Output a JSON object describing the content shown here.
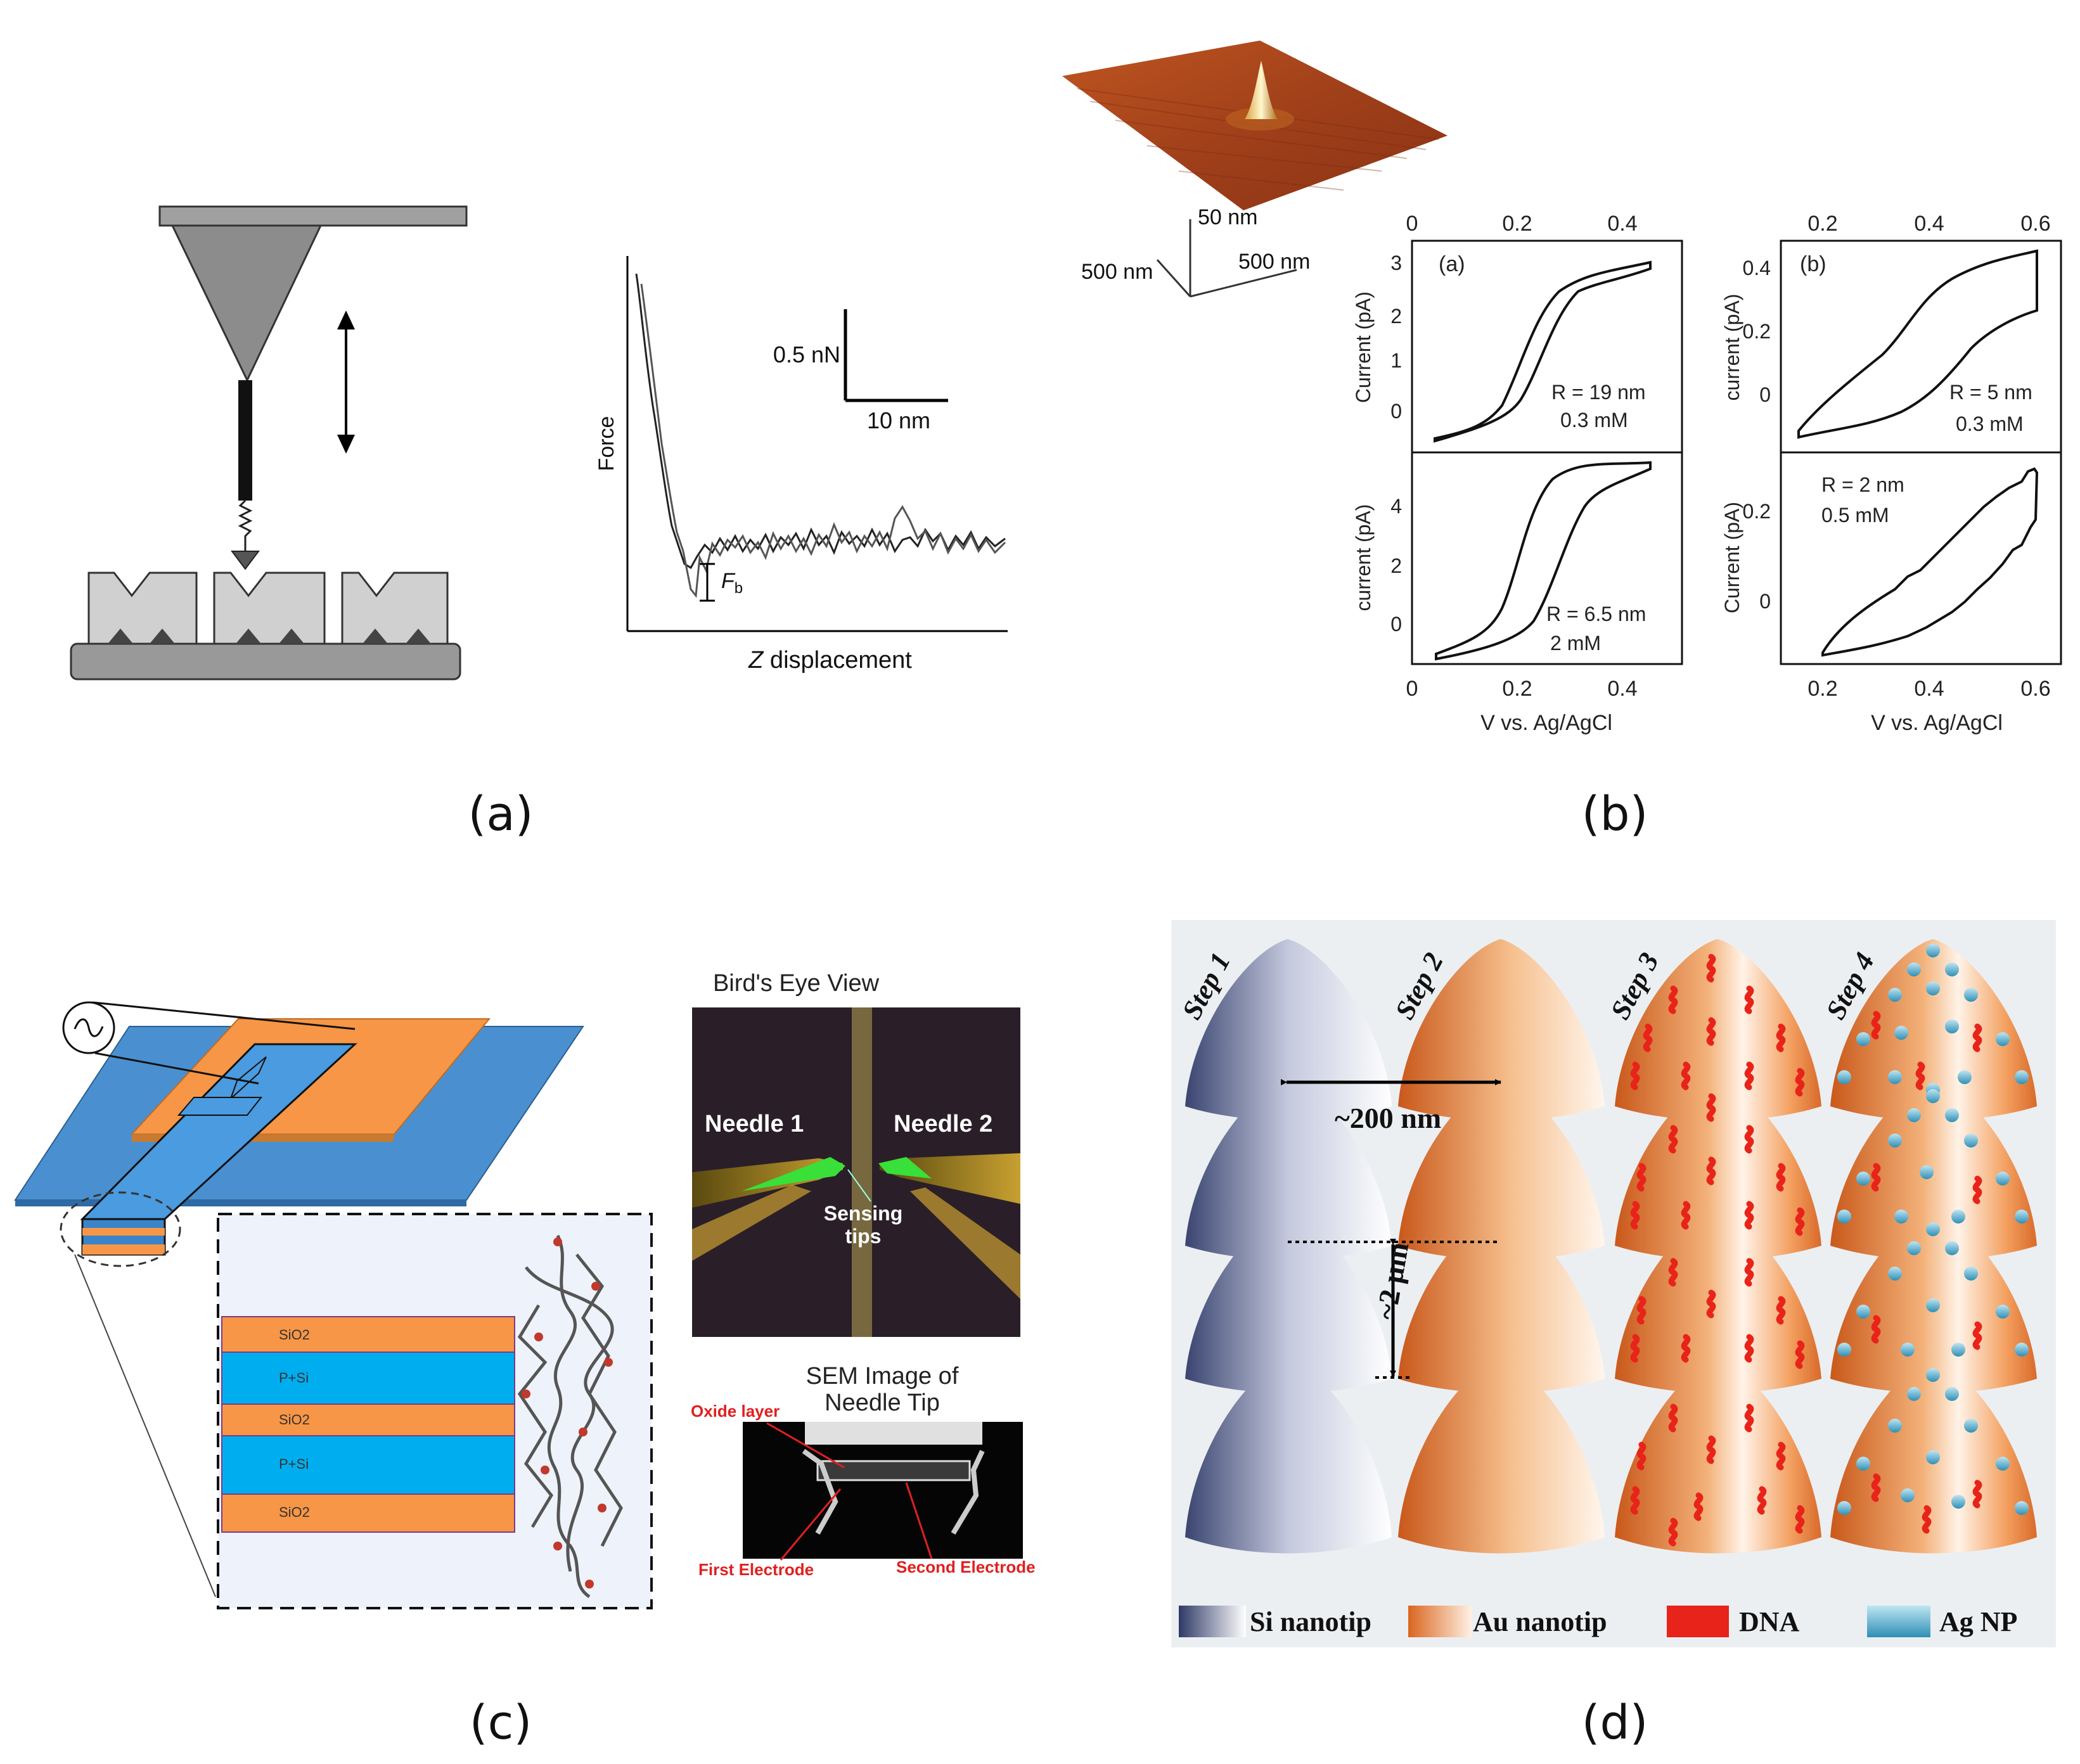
{
  "panel_labels": [
    "(a)",
    "(b)",
    "(c)",
    "(d)"
  ],
  "panel_a": {
    "force_curve": {
      "ylabel": "Force",
      "xlabel_italic": "Z",
      "xlabel_rest": " displacement",
      "scale_force": "0.5 nN",
      "scale_distance": "10 nm",
      "fb_symbol": "F",
      "fb_subscript": "b"
    }
  },
  "panel_b": {
    "topography": {
      "z_scale": "50 nm",
      "x_scale": "500 nm",
      "y_scale": "500 nm"
    },
    "cv_left": {
      "inset": "(a)",
      "top_ticks": [
        "0",
        "0.2",
        "0.4"
      ],
      "bottom_ticks": [
        "0",
        "0.2",
        "0.4"
      ],
      "upper_ylabel": "Current (pA)",
      "upper_yticks": [
        "3",
        "2",
        "1",
        "0"
      ],
      "upper_radius": "R = 19 nm",
      "upper_conc": "0.3 mM",
      "lower_ylabel": "current (pA)",
      "lower_yticks": [
        "4",
        "2",
        "0"
      ],
      "lower_radius": "R = 6.5 nm",
      "lower_conc": "2 mM",
      "xlabel": "V vs. Ag/AgCl"
    },
    "cv_right": {
      "inset": "(b)",
      "top_ticks": [
        "0.2",
        "0.4",
        "0.6"
      ],
      "bottom_ticks": [
        "0.2",
        "0.4",
        "0.6"
      ],
      "upper_ylabel": "current (pA)",
      "upper_yticks": [
        "0.4",
        "0.2",
        "0"
      ],
      "upper_radius": "R = 5 nm",
      "upper_conc": "0.3 mM",
      "lower_ylabel": "Current (pA)",
      "lower_yticks": [
        "0.2",
        "0"
      ],
      "lower_radius": "R = 2 nm",
      "lower_conc": "0.5 mM",
      "xlabel": "V vs. Ag/AgCl"
    }
  },
  "panel_c": {
    "layers": [
      "SiO2",
      "P+Si",
      "SiO2",
      "P+Si",
      "SiO2"
    ],
    "birds_eye_title": "Bird's Eye View",
    "needle_1": "Needle 1",
    "needle_2": "Needle 2",
    "sensing_line1": "Sensing",
    "sensing_line2": "tips",
    "sem_title_line1": "SEM Image of",
    "sem_title_line2": "Needle Tip",
    "oxide_layer": "Oxide layer",
    "first_electrode": "First Electrode",
    "second_electrode": "Second Electrode"
  },
  "panel_d": {
    "steps": [
      "Step 1",
      "Step 2",
      "Step 3",
      "Step 4"
    ],
    "width_label": "~200 nm",
    "pitch_label": "~2 μm",
    "legend": [
      "Si nanotip",
      "Au nanotip",
      "DNA",
      "Ag NP"
    ]
  },
  "colors": {
    "orange": "#f79646",
    "blue": "#00aeef",
    "dark_blue_plate": "#4a90d0",
    "dna_red": "#e8231a",
    "ag_np": "#5bbcd6",
    "si_tip": "#2a3a6a"
  }
}
